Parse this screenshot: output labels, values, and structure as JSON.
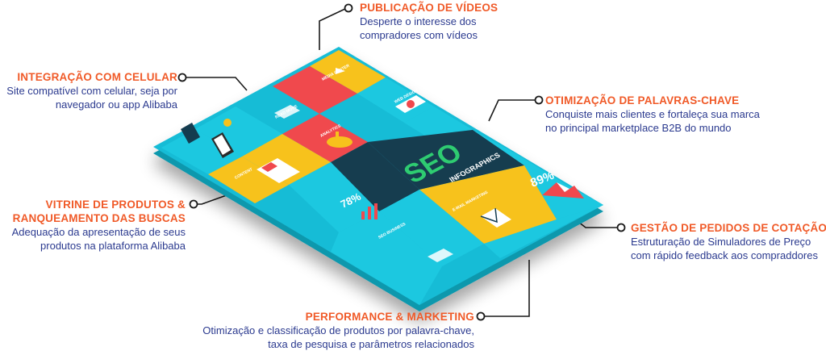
{
  "colors": {
    "accent": "#f05a28",
    "text": "#2b3a8f",
    "cyan": "#1ec8e0",
    "red": "#f0484d",
    "yellow": "#f7c21c",
    "navy": "#143c4f",
    "connector": "#1a1a1a"
  },
  "callouts": {
    "videos": {
      "title": "PUBLICAÇÃO DE VÍDEOS",
      "desc1": "Desperte o interesse dos",
      "desc2": "compradores com vídeos"
    },
    "mobile": {
      "title": "INTEGRAÇÃO COM CELULAR",
      "desc1": "Site compatível com celular, seja por",
      "desc2": "navegador ou app Alibaba"
    },
    "keywords": {
      "title": "OTIMIZAÇÃO DE PALAVRAS-CHAVE",
      "desc1": "Conquiste mais clientes e fortaleça sua marca",
      "desc2": "no principal marketplace B2B do mundo"
    },
    "showcase": {
      "title1": "VITRINE DE PRODUTOS &",
      "title2": "RANQUEAMENTO DAS BUSCAS",
      "desc1": "Adequação da apresentação de seus",
      "desc2": "produtos na plataforma Alibaba"
    },
    "quotes": {
      "title": "GESTÃO DE PEDIDOS DE COTAÇÃO",
      "desc1": "Estruturação de Simuladores de Preço",
      "desc2": "com rápido feedback aos compraddores"
    },
    "marketing": {
      "title": "PERFORMANCE & MARKETING",
      "desc1": "Otimização e classificação de produtos por palavra-chave,",
      "desc2": "taxa de pesquisa e parâmetros relacionados"
    }
  },
  "infographic": {
    "seo": "SEO",
    "seo_sub": "INFOGRAPHICS",
    "pct_a": "89%",
    "pct_b": "78%",
    "tile_media": "MEDIA CENTER",
    "tile_web": "WEB DESIGN",
    "tile_analytics": "ANALYTICS",
    "tile_content": "CONTENT",
    "tile_email": "E-MAIL MARKETING",
    "tile_business": "SEO BUSINESS",
    "read_more": "READ MORE"
  }
}
